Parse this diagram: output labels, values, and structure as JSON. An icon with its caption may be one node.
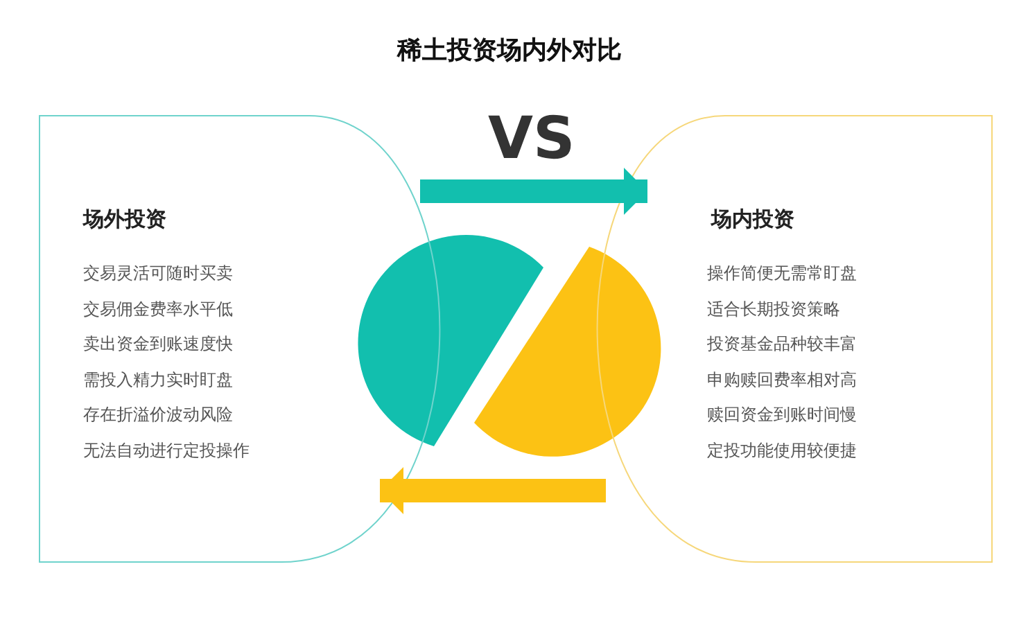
{
  "diagram": {
    "title": "稀土投资场内外对比",
    "nodes": [
      {
        "text": [
          "场外投资",
          "交易灵活可随时买卖",
          "交易佣金费率水平低",
          "卖出资金到账速度快",
          "需投入精力实时盯盘",
          "存在折溢价波动风险",
          "无法自动进行定投操作"
        ]
      },
      {
        "text": [
          "场内投资",
          "操作简便无需常盯盘",
          "适合长期投资策略",
          "投资基金品种较丰富",
          "申购赎回费率相对高",
          "赎回资金到账时间慢",
          "定投功能使用较便捷"
        ]
      }
    ],
    "edges": [
      {
        "from": 0,
        "to": 1,
        "arrow": "to",
        "color": "#12bfae"
      },
      {
        "from": 1,
        "to": 0,
        "arrow": "to",
        "color": "#fcc214"
      }
    ],
    "labels": [
      "VS"
    ]
  }
}
